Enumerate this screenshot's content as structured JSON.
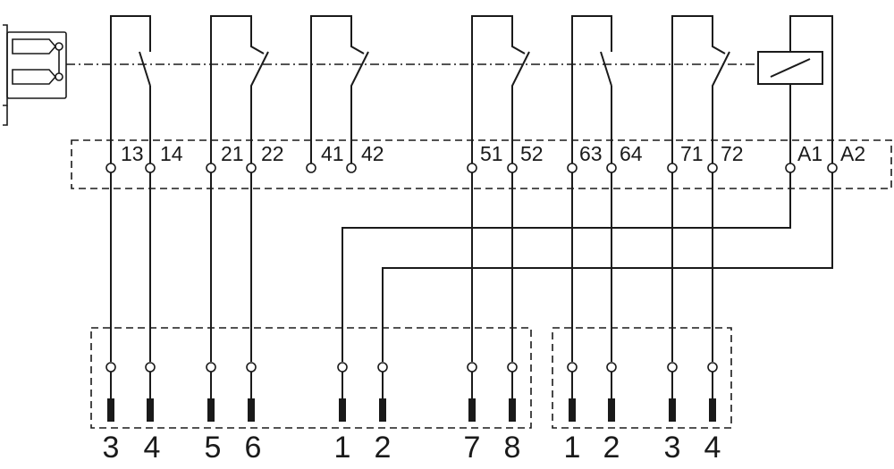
{
  "terminal_labels": [
    "13",
    "14",
    "21",
    "22",
    "41",
    "42",
    "51",
    "52",
    "63",
    "64",
    "71",
    "72",
    "A1",
    "A2"
  ],
  "connector_1_pins": [
    "3",
    "4",
    "5",
    "6",
    "1",
    "2",
    "7",
    "8"
  ],
  "connector_2_pins": [
    "1",
    "2",
    "3",
    "4"
  ]
}
